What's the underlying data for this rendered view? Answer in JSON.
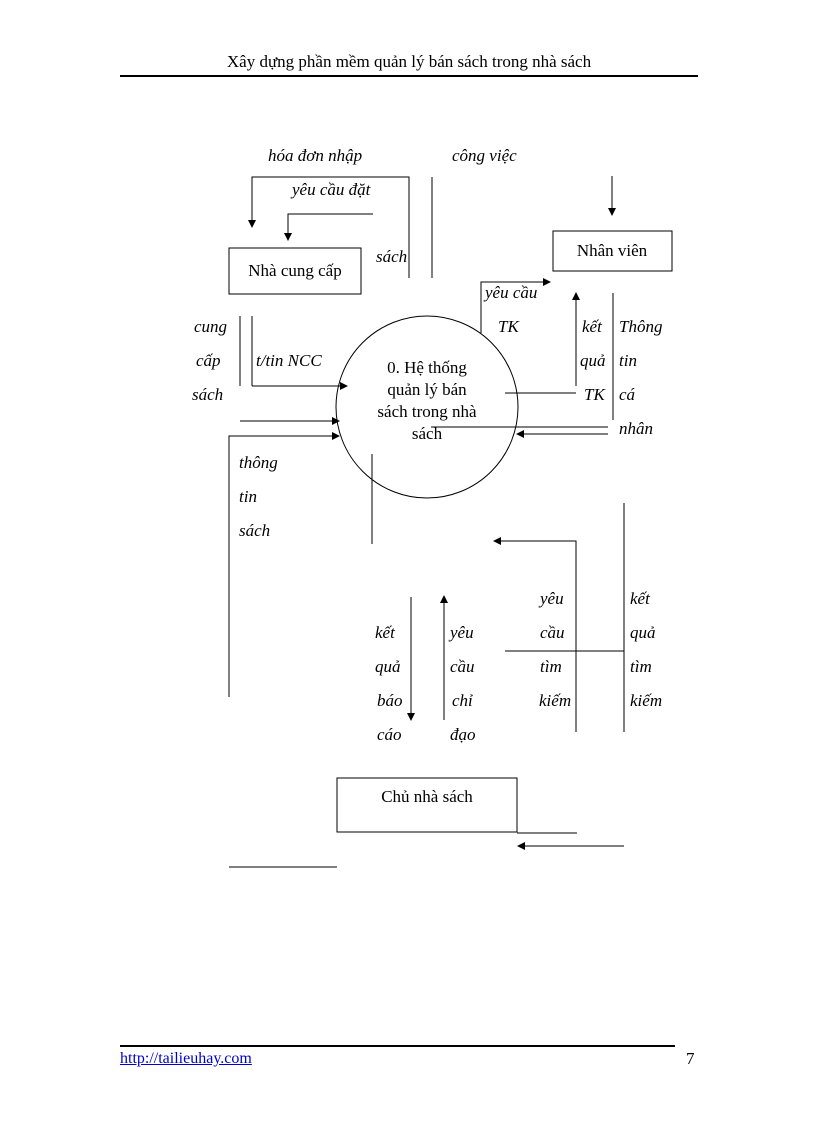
{
  "header": {
    "title": "Xây dựng phần mềm quản lý bán sách trong nhà sách"
  },
  "footer": {
    "link": "http://tailieuhay.com",
    "page_number": "7"
  },
  "diagram": {
    "process": [
      "0. Hệ thống",
      "quản lý bán",
      "sách trong nhà",
      "sách"
    ],
    "entities": {
      "supplier": "Nhà cung cấp",
      "staff": "Nhân viên",
      "owner": "Chủ nhà sách"
    },
    "labels": {
      "invoice": "hóa đơn nhập",
      "order_request_1": "yêu cầu đặt",
      "order_request_2": "sách",
      "job": "công việc",
      "stat_request_1": "yêu cầu",
      "stat_request_2": "TK",
      "stat_result_1": "kết",
      "stat_result_2": "quả",
      "stat_result_3": "TK",
      "personal_info_1": "Thông",
      "personal_info_2": "tin",
      "personal_info_3": "cá",
      "personal_info_4": "nhân",
      "supply_1": "cung",
      "supply_2": "cấp",
      "supply_3": "sách",
      "supplier_info": "t/tin NCC",
      "book_info_1": "thông",
      "book_info_2": "tin",
      "book_info_3": "sách",
      "report_result_1": "kết",
      "report_result_2": "quả",
      "report_result_3": "báo",
      "report_result_4": "cáo",
      "directive_1": "yêu",
      "directive_2": "cầu",
      "directive_3": "chỉ",
      "directive_4": "đạo",
      "search_request_1": "yêu",
      "search_request_2": "cầu",
      "search_request_3": "tìm",
      "search_request_4": "kiếm",
      "search_result_1": "kết",
      "search_result_2": "quả",
      "search_result_3": "tìm",
      "search_result_4": "kiếm"
    }
  }
}
